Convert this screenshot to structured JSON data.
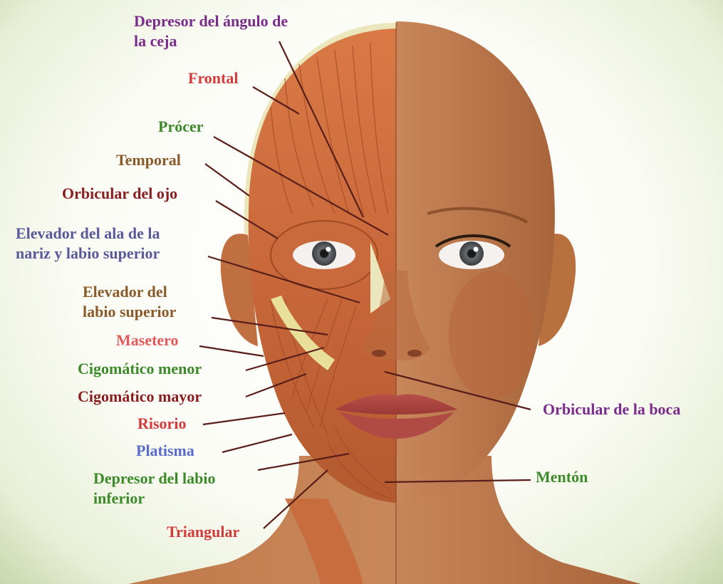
{
  "colors": {
    "purple": "#7a2c8a",
    "red": "#d23b3b",
    "green": "#3d8a2a",
    "brown": "#8a5a2a",
    "maroon": "#8a1f22",
    "blue": "#5a5a9a",
    "pink": "#e05a5a",
    "blueviolet": "#5a6ac8",
    "line": "#5a1e1a"
  },
  "labels": {
    "depresor_angulo_ceja": "Depresor del ángulo de\nla ceja",
    "frontal": "Frontal",
    "procer": "Prócer",
    "temporal": "Temporal",
    "orbicular_ojo": "Orbicular del ojo",
    "elevador_ala_nariz": "Elevador del ala de la\nnariz y labio superior",
    "elevador_labio_superior": "Elevador del\nlabio superior",
    "masetero": "Masetero",
    "cigomatico_menor": "Cigomático menor",
    "cigomatico_mayor": "Cigomático mayor",
    "risorio": "Risorio",
    "platisma": "Platisma",
    "depresor_labio_inferior": "Depresor del labio\ninferior",
    "triangular": "Triangular",
    "orbicular_boca": "Orbicular de la boca",
    "menton": "Mentón"
  }
}
